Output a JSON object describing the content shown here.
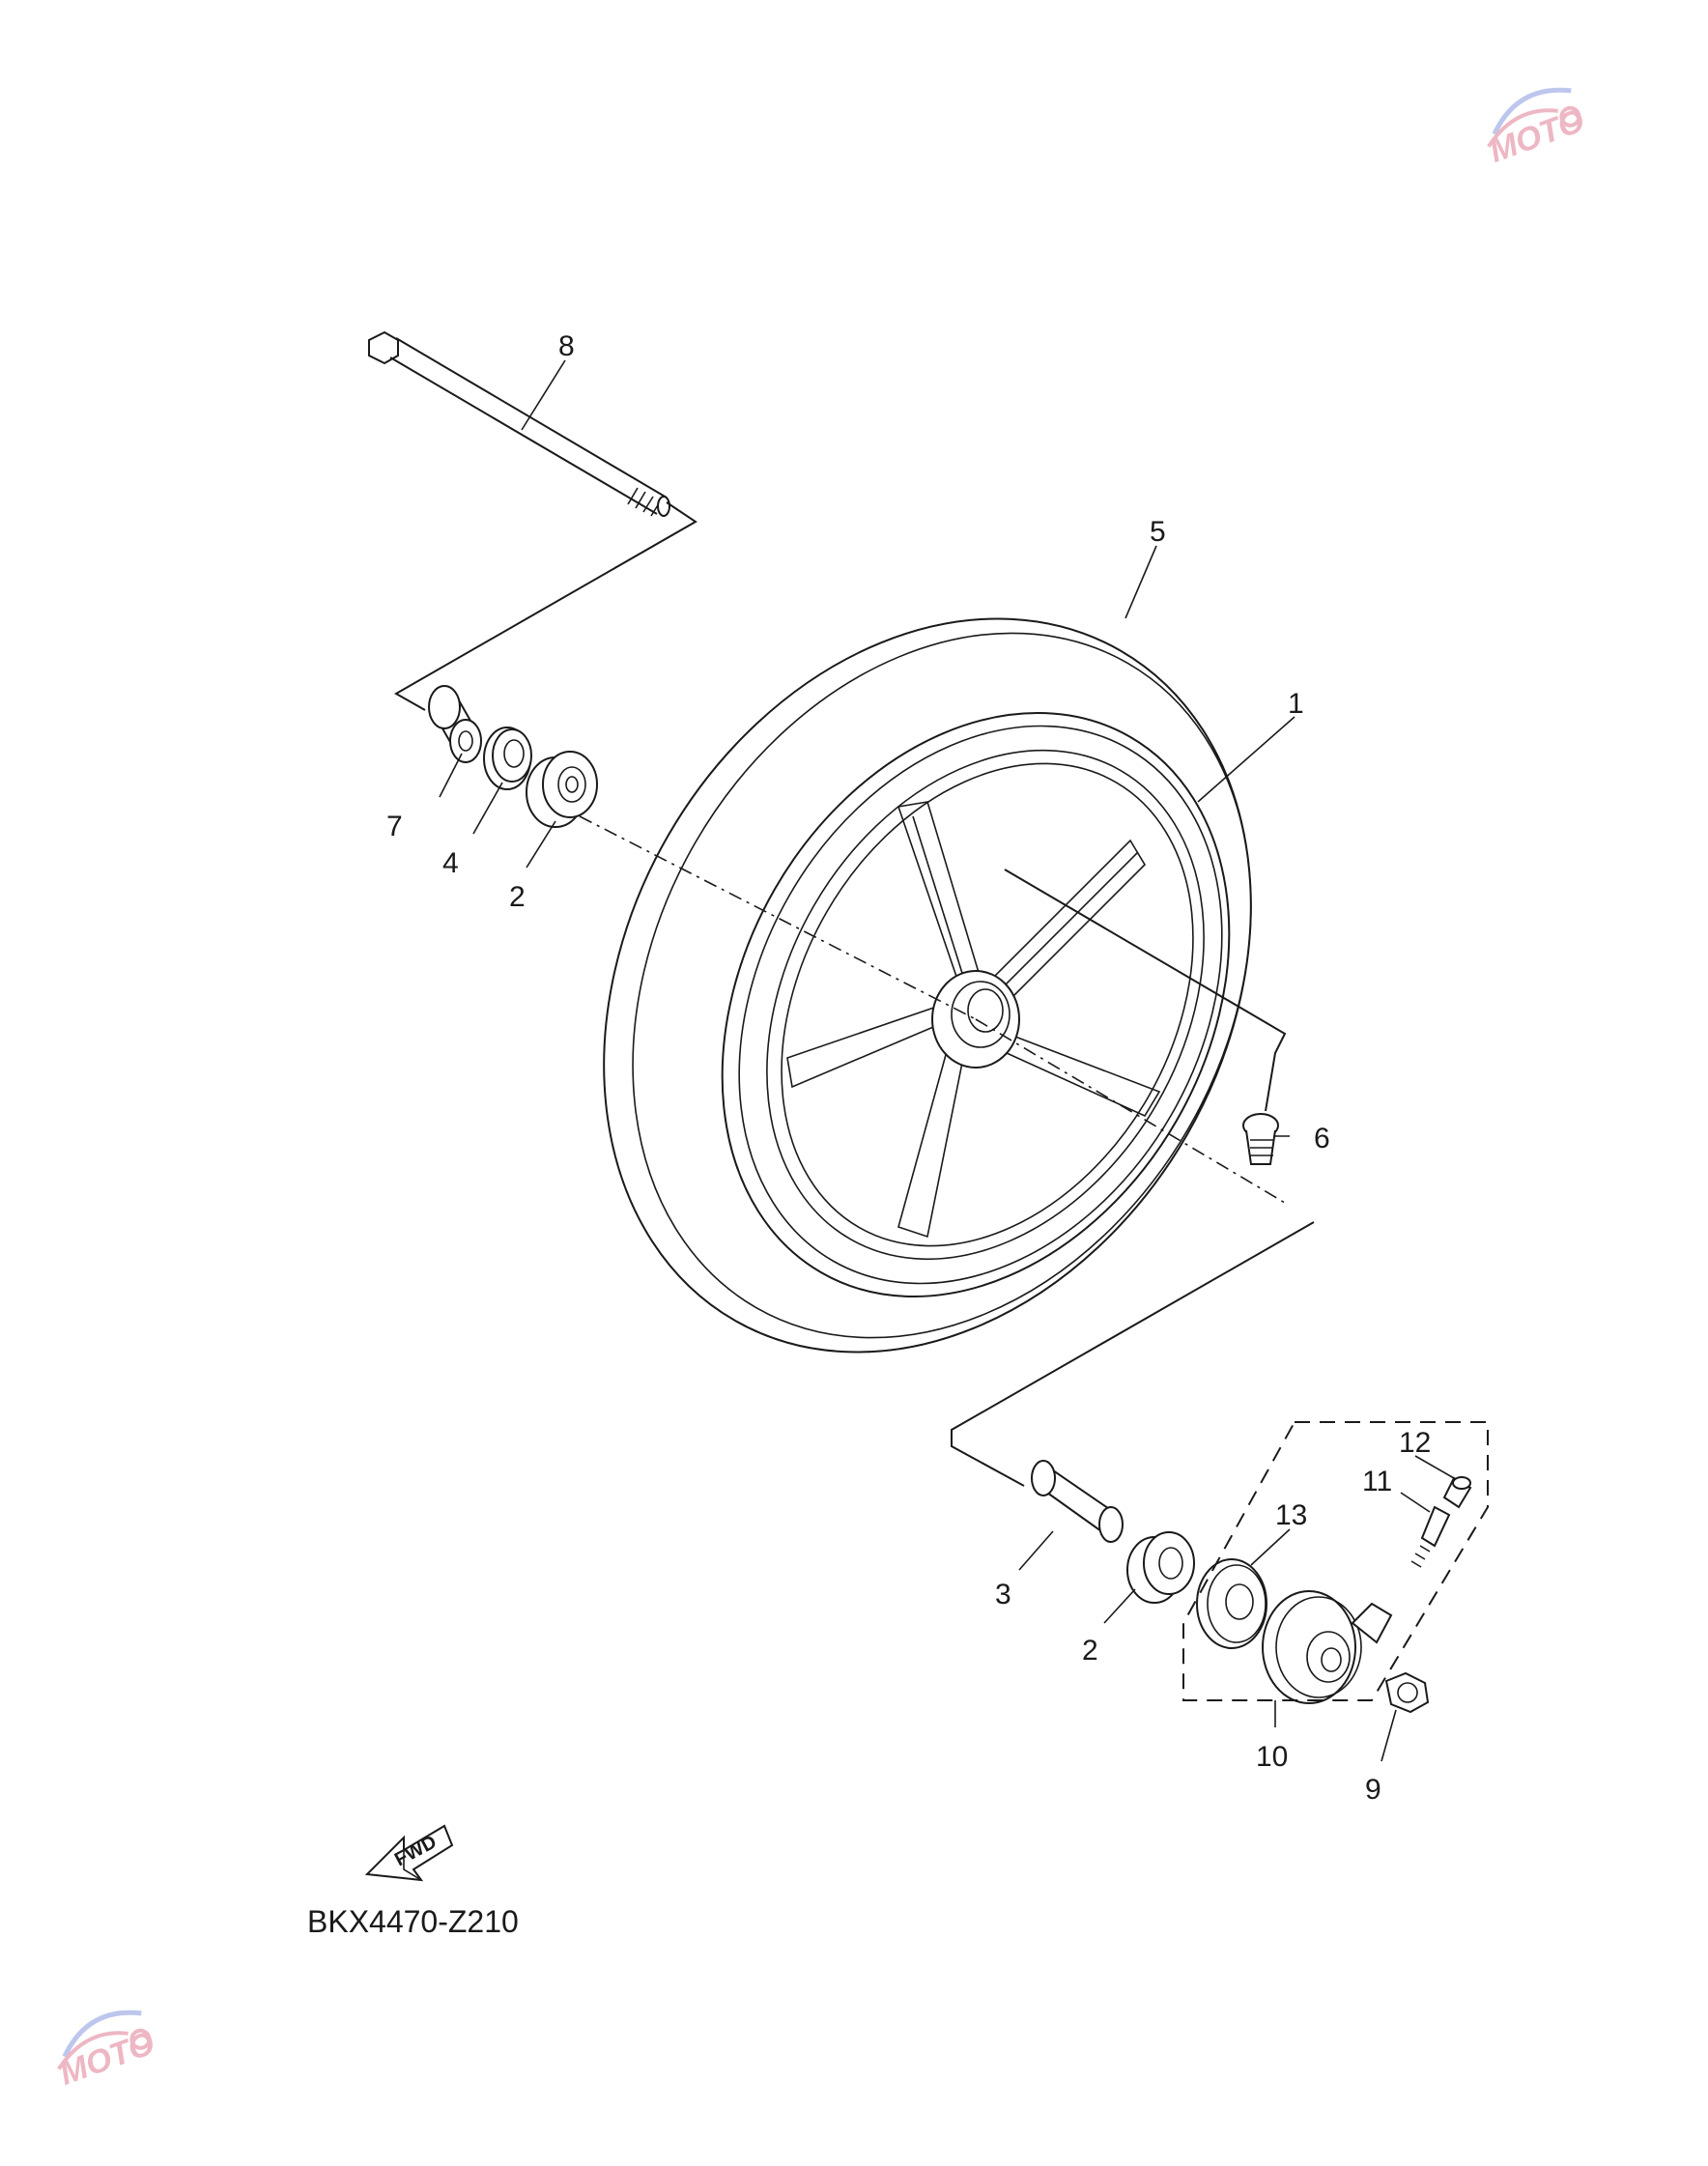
{
  "diagram": {
    "code": "BKX4470-Z210",
    "fwd_label": "FWD",
    "callouts": [
      {
        "id": "c8",
        "label": "8"
      },
      {
        "id": "c5",
        "label": "5"
      },
      {
        "id": "c1",
        "label": "1"
      },
      {
        "id": "c7",
        "label": "7"
      },
      {
        "id": "c4",
        "label": "4"
      },
      {
        "id": "c2a",
        "label": "2"
      },
      {
        "id": "c6",
        "label": "6"
      },
      {
        "id": "c12",
        "label": "12"
      },
      {
        "id": "c11",
        "label": "11"
      },
      {
        "id": "c13",
        "label": "13"
      },
      {
        "id": "c3",
        "label": "3"
      },
      {
        "id": "c2b",
        "label": "2"
      },
      {
        "id": "c10",
        "label": "10"
      },
      {
        "id": "c9",
        "label": "9"
      }
    ]
  },
  "watermark": {
    "text": "MOTO",
    "colors": {
      "pink": "#e8a0b0",
      "blue": "#a8b4e8",
      "gray": "#9a9a9a"
    }
  }
}
